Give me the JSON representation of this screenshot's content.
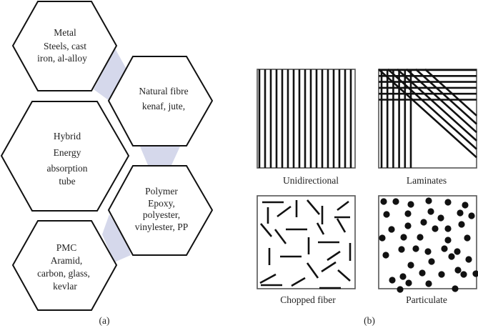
{
  "panel_a": {
    "caption": "(a)",
    "connector_color": "#d5d8eb",
    "hexagons": [
      {
        "id": "metal",
        "title": "Metal",
        "lines": [
          "Steels, cast",
          "iron, al-alloy"
        ]
      },
      {
        "id": "natural-fibre",
        "title": "Natural fibre",
        "lines": [
          "kenaf, jute,"
        ]
      },
      {
        "id": "hybrid",
        "title": "Hybrid",
        "lines": [
          "Energy",
          "absorption",
          "tube"
        ]
      },
      {
        "id": "polymer",
        "title": "Polymer",
        "lines": [
          "Epoxy,",
          "polyester,",
          "vinylester, PP"
        ]
      },
      {
        "id": "pmc",
        "title": "PMC",
        "lines": [
          "Aramid,",
          "carbon, glass,",
          "kevlar"
        ]
      }
    ]
  },
  "panel_b": {
    "caption": "(b)",
    "types": [
      {
        "id": "unidirectional",
        "label": "Unidirectional"
      },
      {
        "id": "laminates",
        "label": "Laminates"
      },
      {
        "id": "chopped-fiber",
        "label": "Chopped fiber"
      },
      {
        "id": "particulate",
        "label": "Particulate"
      }
    ]
  }
}
